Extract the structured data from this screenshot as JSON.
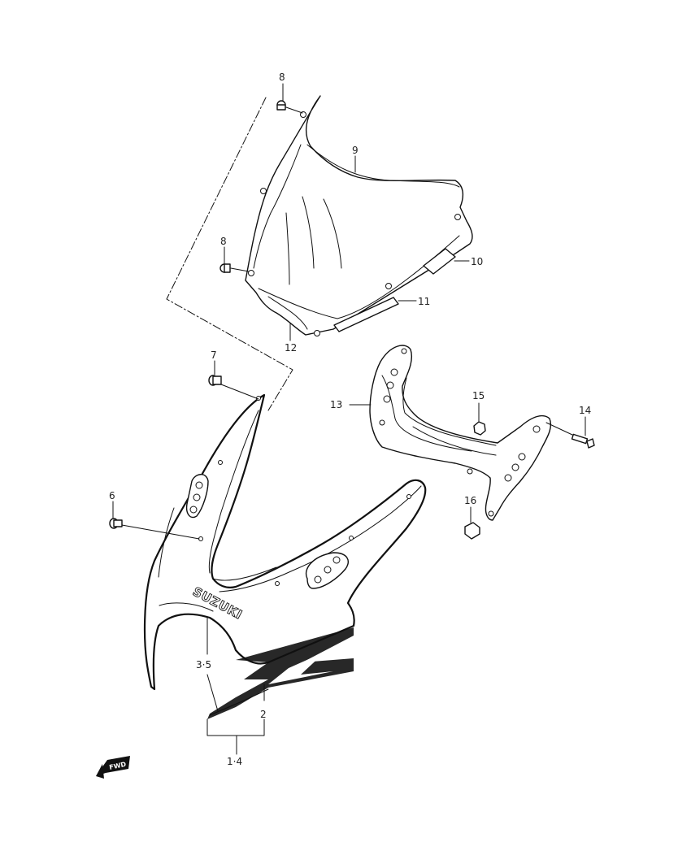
{
  "callouts": {
    "c8_top": "8",
    "c9": "9",
    "c8_mid": "8",
    "c10": "10",
    "c11": "11",
    "c12": "12",
    "c7": "7",
    "c13": "13",
    "c15": "15",
    "c14": "14",
    "c6": "6",
    "c16": "16",
    "c3_5": "3·5",
    "c2": "2",
    "c1_4": "1·4"
  },
  "brand_text": "SUZUKI",
  "fwd_label": "FWD"
}
